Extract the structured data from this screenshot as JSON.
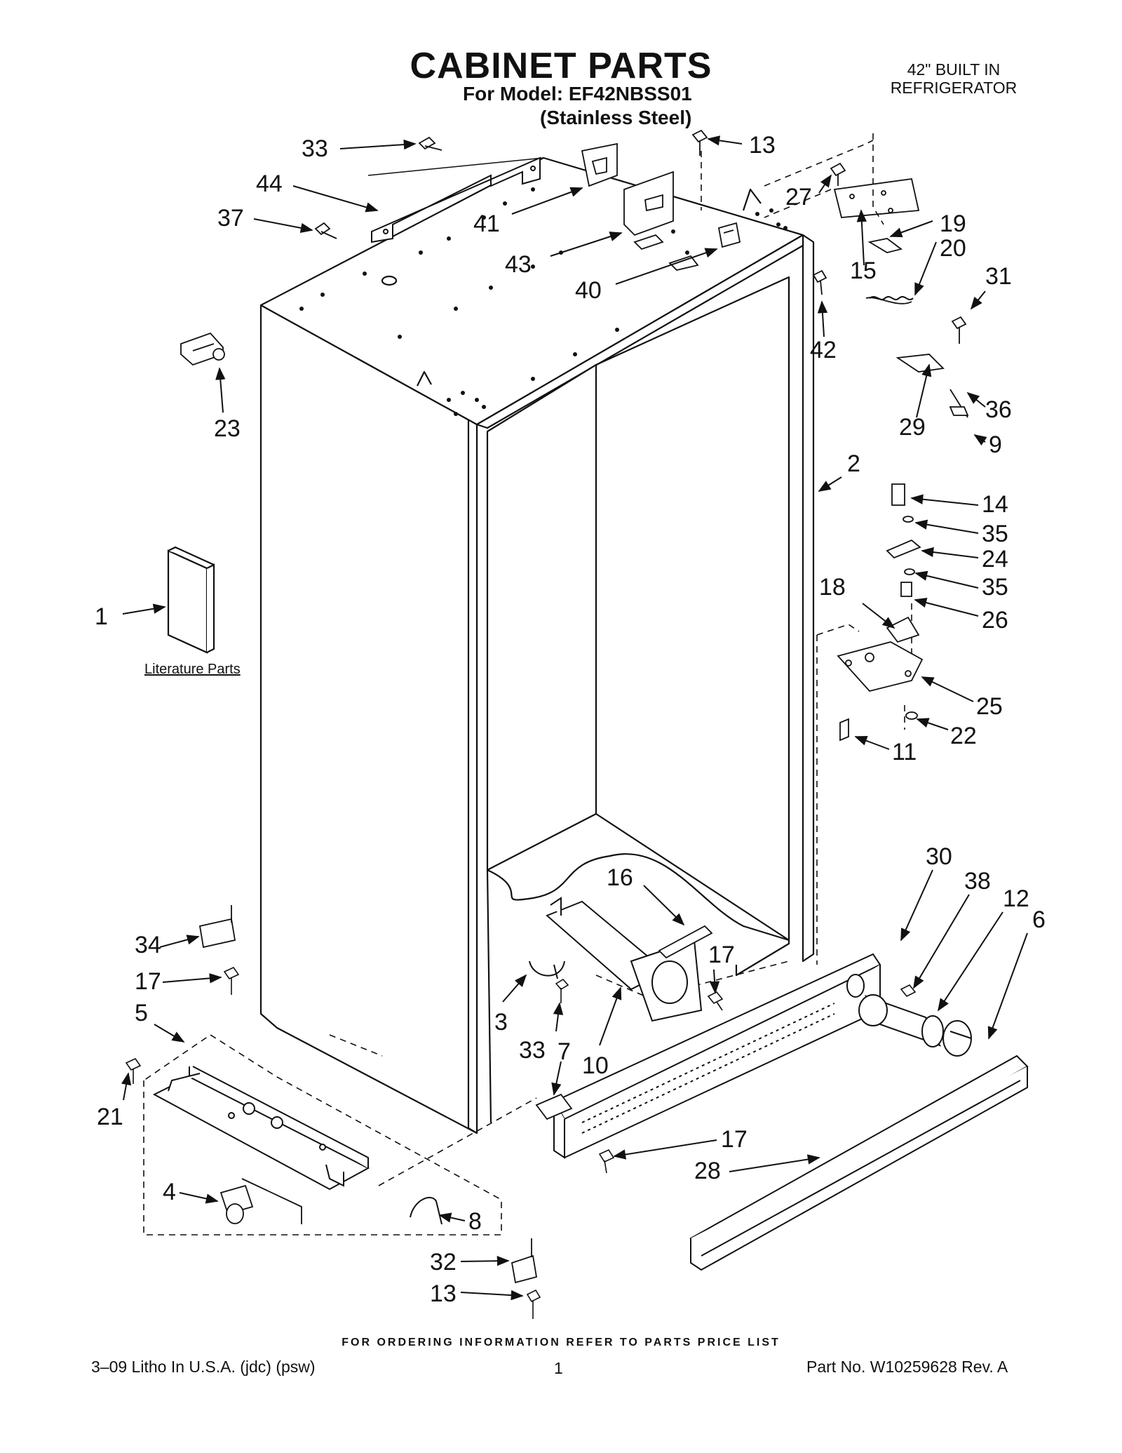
{
  "header": {
    "title": "CABINET PARTS",
    "model_line": "For Model: EF42NBSS01",
    "variant_line": "(Stainless Steel)",
    "product_type_line1": "42\" BUILT IN",
    "product_type_line2": "REFRIGERATOR"
  },
  "diagram": {
    "literature_label": "Literature Parts",
    "callouts": {
      "c1": "1",
      "c2": "2",
      "c3": "3",
      "c4": "4",
      "c5": "5",
      "c6": "6",
      "c7": "7",
      "c8": "8",
      "c9": "9",
      "c10": "10",
      "c11": "11",
      "c12": "12",
      "c13a": "13",
      "c13b": "13",
      "c14": "14",
      "c15": "15",
      "c16": "16",
      "c17a": "17",
      "c17b": "17",
      "c17c": "17",
      "c18": "18",
      "c19": "19",
      "c20": "20",
      "c21": "21",
      "c22": "22",
      "c23": "23",
      "c24": "24",
      "c25": "25",
      "c26": "26",
      "c27": "27",
      "c28": "28",
      "c29": "29",
      "c30": "30",
      "c31": "31",
      "c32": "32",
      "c33a": "33",
      "c33b": "33",
      "c34": "34",
      "c35a": "35",
      "c35b": "35",
      "c36": "36",
      "c37": "37",
      "c38": "38",
      "c40": "40",
      "c41": "41",
      "c42": "42",
      "c43": "43",
      "c44": "44"
    }
  },
  "footer": {
    "ordering_note": "FOR ORDERING INFORMATION REFER TO PARTS PRICE LIST",
    "litho": "3–09 Litho In U.S.A. (jdc)  (psw)",
    "page": "1",
    "part_number": "Part No. W10259628 Rev. A"
  }
}
